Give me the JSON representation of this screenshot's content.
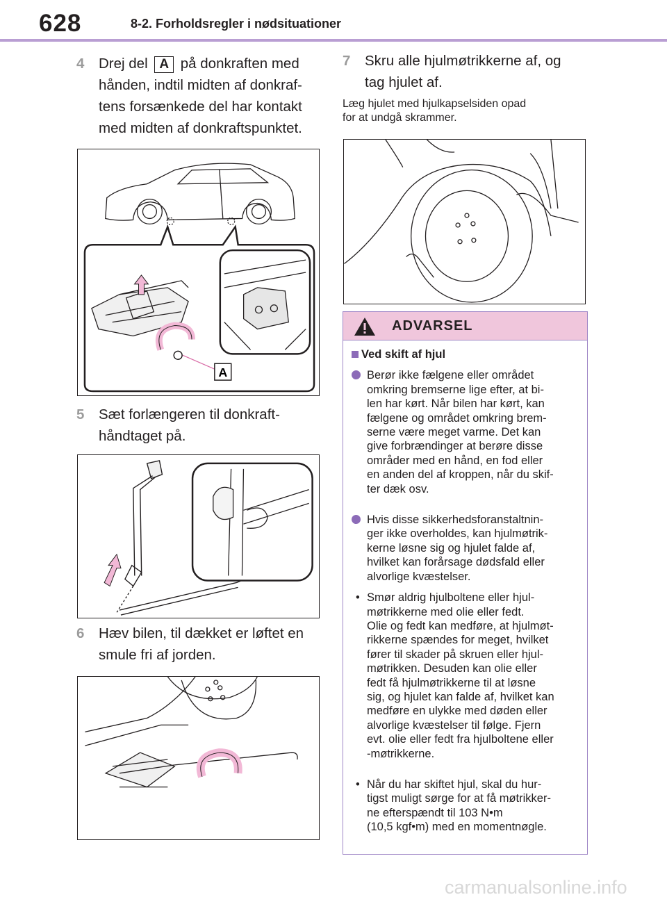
{
  "header": {
    "page_number": "628",
    "section": "8-2. Forholdsregler i nødsituationer"
  },
  "steps": [
    {
      "num": "4",
      "lines": [
        "Drej del",
        "på donkraften med",
        "hånden, indtil midten af donkraf-",
        "tens forsænkede del har kontakt",
        "med midten af donkraftspunktet."
      ],
      "inline_label": "A"
    },
    {
      "num": "5",
      "lines": [
        "Sæt forlængeren til donkraft-",
        "håndtaget på."
      ]
    },
    {
      "num": "6",
      "lines": [
        "Hæv bilen, til dækket er løftet en",
        "smule fri af jorden."
      ]
    },
    {
      "num": "7",
      "lines": [
        "Skru alle hjulmøtrikkerne af, og",
        "tag hjulet af."
      ]
    }
  ],
  "note": {
    "lines": [
      "Læg hjulet med hjulkapselsiden opad",
      "for at undgå skrammer."
    ]
  },
  "figure1": {
    "callout_label": "A"
  },
  "warning": {
    "title": "ADVARSEL",
    "subheading": "Ved skift af hjul",
    "dot_items": [
      [
        "Berør ikke fælgene eller området",
        "omkring bremserne lige efter, at bi-",
        "len har kørt. Når bilen har kørt, kan",
        "fælgene og området omkring brem-",
        "serne være meget varme. Det kan",
        "give forbrændinger at berøre disse",
        "områder med en hånd, en fod eller",
        "en anden del af kroppen, når du skif-",
        "ter dæk osv."
      ],
      [
        "Hvis disse sikkerhedsforanstaltnin-",
        "ger ikke overholdes, kan hjulmøtrik-",
        "kerne løsne sig og hjulet falde af,",
        "hvilket kan forårsage dødsfald eller",
        "alvorlige kvæstelser."
      ]
    ],
    "bullet_items": [
      [
        "Smør aldrig hjulboltene eller hjul-",
        "møtrikkerne med olie eller fedt.",
        "Olie og fedt kan medføre, at hjulmøt-",
        "rikkerne spændes for meget, hvilket",
        "fører til skader på skruen eller hjul-",
        "møtrikken. Desuden kan olie eller",
        "fedt få hjulmøtrikkerne til at løsne",
        "sig, og hjulet kan falde af, hvilket kan",
        "medføre en ulykke med døden eller",
        "alvorlige kvæstelser til følge. Fjern",
        "evt. olie eller fedt fra hjulboltene eller",
        "-møtrikkerne."
      ],
      [
        "Når du har skiftet hjul, skal du hur-",
        "tigst muligt sørge for at få møtrikker-",
        "ne efterspændt til 103 N•m",
        "(10,5 kgf•m) med en momentnøgle."
      ]
    ],
    "bullet_char": "•"
  },
  "watermark": "carmanualsonline.info",
  "colors": {
    "accent": "#b99ed3",
    "warning_header": "#f0c6dc",
    "warning_border": "#9f86c6",
    "arrow_pink": "#f2b8d6"
  },
  "icons": [
    "warning-triangle-icon",
    "subheading-square-icon",
    "bullet-dot-icon"
  ]
}
